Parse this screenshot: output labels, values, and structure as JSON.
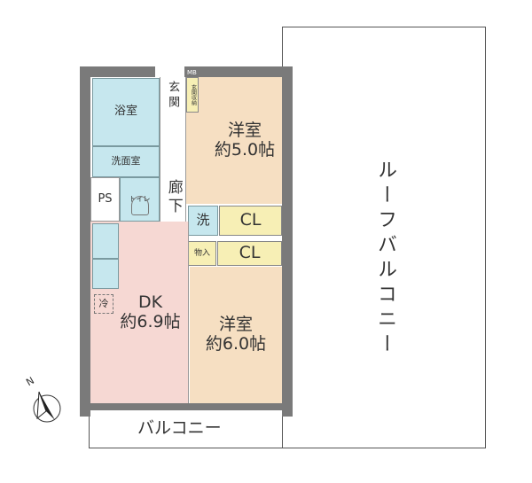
{
  "rooms": {
    "bath": "浴室",
    "washroom": "洗面室",
    "ps": "PS",
    "toilet": "トイレ",
    "entrance": "玄関",
    "entrance_storage": "玄関収納",
    "mb": "MB",
    "hallway": "廊下",
    "western1_name": "洋室",
    "western1_size": "約5.0帖",
    "washer": "洗",
    "cl1": "CL",
    "storage": "物入",
    "cl2": "CL",
    "dk_name": "DK",
    "dk_size": "約6.9帖",
    "fridge": "冷",
    "western2_name": "洋室",
    "western2_size": "約6.0帖"
  },
  "balcony": "バルコニー",
  "roof_balcony": "ルーフバルコニー",
  "compass": {
    "label": "N",
    "icon": "north-arrow-icon"
  },
  "colors": {
    "bath": "#c6e7ee",
    "western": "#f6dfc2",
    "dk": "#f6d8d3",
    "closet": "#f7efb5",
    "wall": "#7a7a7a"
  }
}
